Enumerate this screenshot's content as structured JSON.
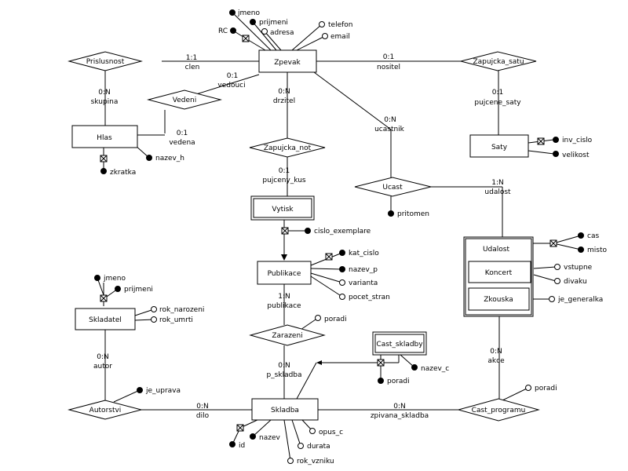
{
  "entities": {
    "zpevak": "Zpevak",
    "hlas": "Hlas",
    "saty": "Saty",
    "vytisk": "Vytisk",
    "publikace": "Publikace",
    "udalost": "Udalost",
    "koncert": "Koncert",
    "zkouska": "Zkouska",
    "skladatel": "Skladatel",
    "skladba": "Skladba",
    "cast_skladby": "Cast_skladby"
  },
  "relationships": {
    "prislusnost": "Prislusnost",
    "vedeni": "Vedeni",
    "zapujcka_satu": "Zapujcka_satu",
    "zapujcka_not": "Zapujcka_not",
    "ucast": "Ucast",
    "zarazeni": "Zarazeni",
    "autorstvi": "Autorstvi",
    "cast_programu": "Cast_programu"
  },
  "attributes": {
    "jmeno": "jmeno",
    "prijmeni": "prijmeni",
    "rc": "RC",
    "adresa": "adresa",
    "telefon": "telefon",
    "email": "email",
    "nazev_h": "nazev_h",
    "zkratka": "zkratka",
    "inv_cislo": "inv_cislo",
    "velikost": "velikost",
    "pritomen": "pritomen",
    "cislo_exemplare": "cislo_exemplare",
    "kat_cislo": "kat_cislo",
    "nazev_p": "nazev_p",
    "varianta": "varianta",
    "pocet_stran": "pocet_stran",
    "cas": "cas",
    "misto": "misto",
    "vstupne": "vstupne",
    "divaku": "divaku",
    "je_generalka": "je_generalka",
    "s_jmeno": "jmeno",
    "s_prijmeni": "prijmeni",
    "rok_narozeni": "rok_narozeni",
    "rok_umrti": "rok_umrti",
    "poradi_zar": "poradi",
    "nazev_c": "nazev_c",
    "poradi_cast": "poradi",
    "poradi_prog": "poradi",
    "je_uprava": "je_uprava",
    "id": "id",
    "nazev": "nazev",
    "durata": "durata",
    "opus_c": "opus_c",
    "rok_vzniku": "rok_vzniku"
  },
  "edge_labels": {
    "clen_card": "1:1",
    "clen_role": "clen",
    "skupina_card": "0:N",
    "skupina_role": "skupina",
    "vedouci_card": "0:1",
    "vedouci_role": "vedouci",
    "vedena_card": "0:1",
    "vedena_role": "vedena",
    "nositel_card": "0:1",
    "nositel_role": "nositel",
    "pujcene_card": "0:1",
    "pujcene_role": "pujcene_saty",
    "drzitel_card": "0:N",
    "drzitel_role": "drzitel",
    "pujceny_card": "0:1",
    "pujceny_role": "pujceny_kus",
    "ucastnik_card": "0:N",
    "ucastnik_role": "ucastnik",
    "udalost_card": "1:N",
    "udalost_role": "udalost",
    "publikace_card": "1:N",
    "publikace_role": "publikace",
    "pskladba_card": "0:N",
    "pskladba_role": "p_skladba",
    "autor_card": "0:N",
    "autor_role": "autor",
    "dilo_card": "0:N",
    "dilo_role": "dilo",
    "zpivana_card": "0:N",
    "zpivana_role": "zpivana_skladba",
    "akce_card": "0:N",
    "akce_role": "akce"
  }
}
